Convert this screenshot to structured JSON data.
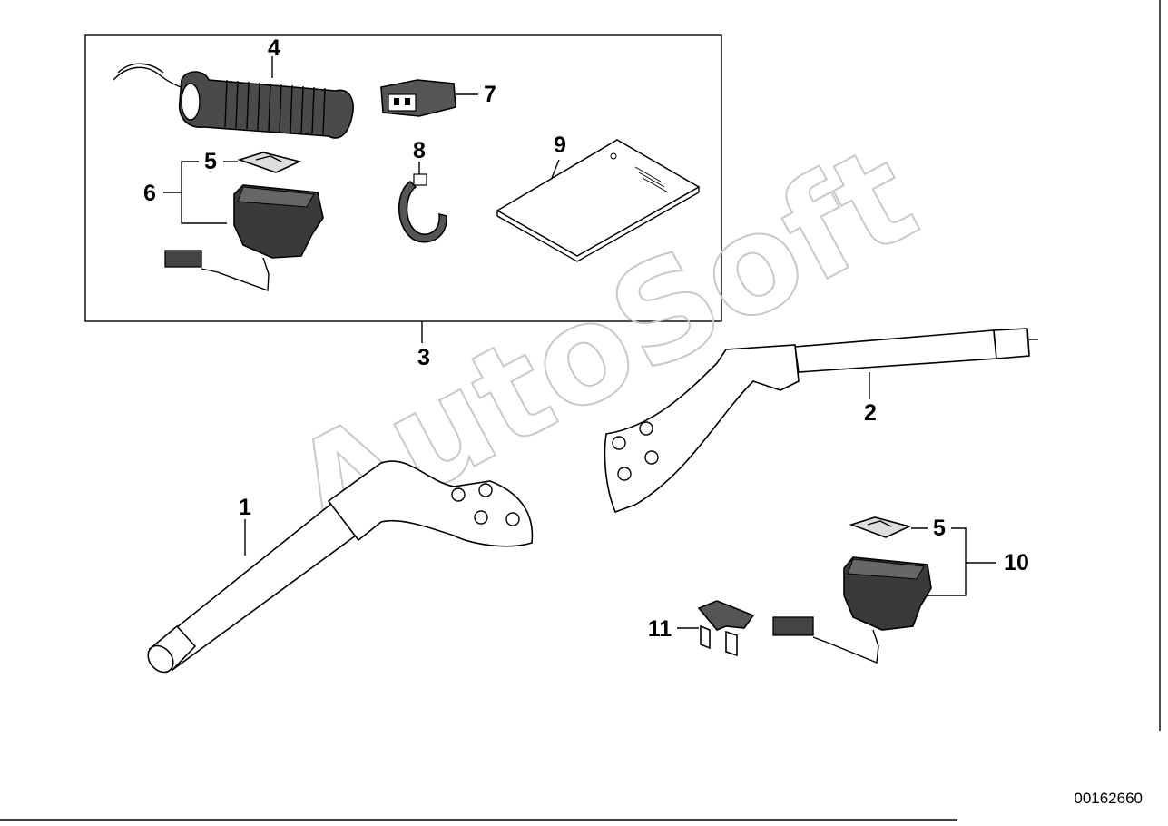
{
  "diagram": {
    "callouts": {
      "c1": "1",
      "c2": "2",
      "c3": "3",
      "c4": "4",
      "c5a": "5",
      "c5b": "5",
      "c6": "6",
      "c7": "7",
      "c8": "8",
      "c9": "9",
      "c10": "10",
      "c11": "11"
    },
    "watermark": "AutoSoft",
    "document_number": "00162660"
  },
  "colors": {
    "ink": "#000000",
    "part_fill": "#3a3a3a",
    "watermark": "#c8c8c8"
  }
}
